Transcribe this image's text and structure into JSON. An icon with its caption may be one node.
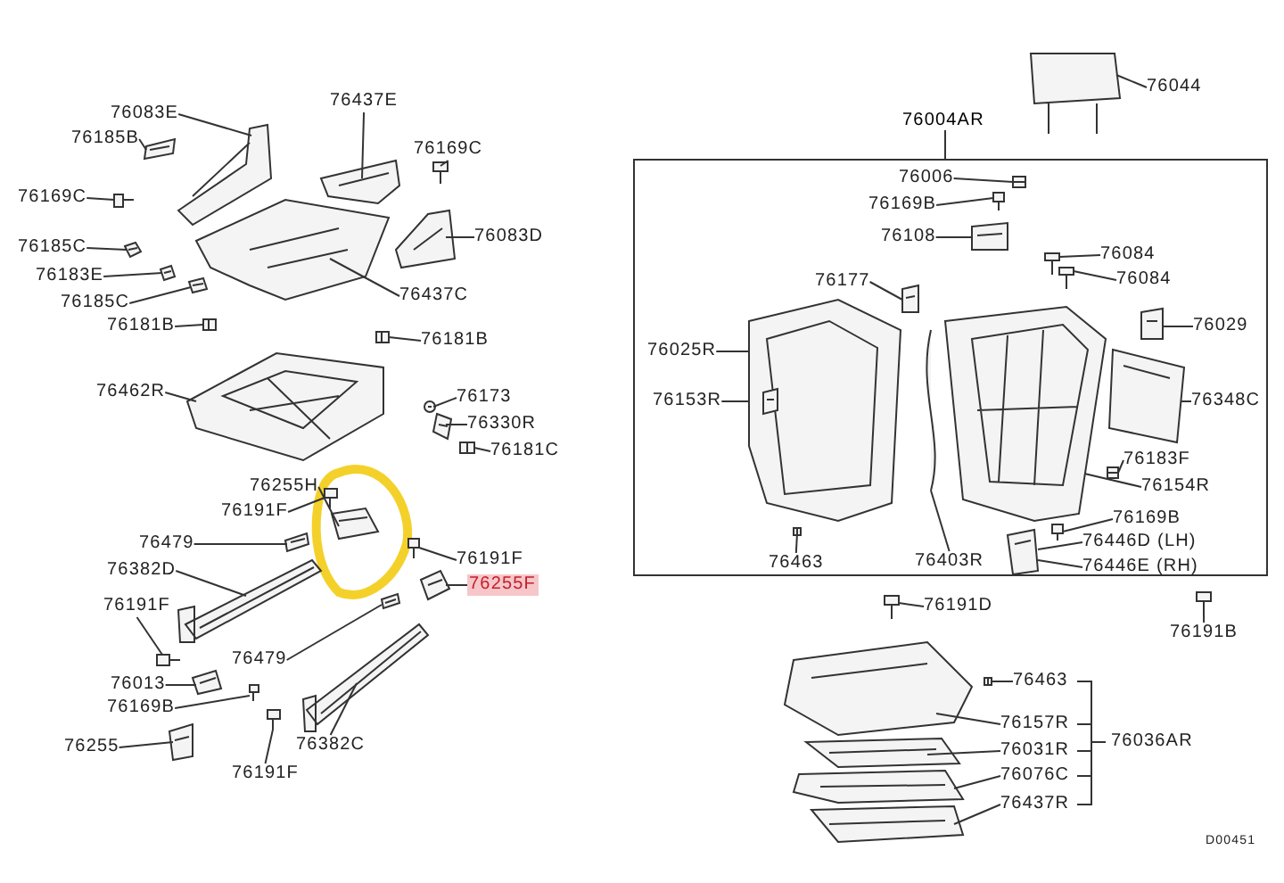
{
  "diagram": {
    "nodes": [
      {
        "text": [
          "76083E"
        ]
      },
      {
        "text": [
          "76185B"
        ]
      },
      {
        "text": [
          "76437E"
        ]
      },
      {
        "text": [
          "76169C"
        ]
      },
      {
        "text": [
          "76169C"
        ]
      },
      {
        "text": [
          "76083D"
        ]
      },
      {
        "text": [
          "76185C"
        ]
      },
      {
        "text": [
          "76183E"
        ]
      },
      {
        "text": [
          "76437C"
        ]
      },
      {
        "text": [
          "76185C"
        ]
      },
      {
        "text": [
          "76181B"
        ]
      },
      {
        "text": [
          "76181B"
        ]
      },
      {
        "text": [
          "76462R"
        ]
      },
      {
        "text": [
          "76173"
        ]
      },
      {
        "text": [
          "76330R"
        ]
      },
      {
        "text": [
          "76181C"
        ]
      },
      {
        "text": [
          "76255H"
        ]
      },
      {
        "text": [
          "76191F"
        ]
      },
      {
        "text": [
          "76479"
        ]
      },
      {
        "text": [
          "76382D"
        ]
      },
      {
        "text": [
          "76191F"
        ]
      },
      {
        "text": [
          "76255F"
        ]
      },
      {
        "text": [
          "76191F"
        ]
      },
      {
        "text": [
          "76479"
        ]
      },
      {
        "text": [
          "76013"
        ]
      },
      {
        "text": [
          "76169B"
        ]
      },
      {
        "text": [
          "76382C"
        ]
      },
      {
        "text": [
          "76255"
        ]
      },
      {
        "text": [
          "76191F"
        ]
      },
      {
        "text": [
          "76004AR"
        ]
      },
      {
        "text": [
          "76044"
        ]
      },
      {
        "text": [
          "76006"
        ],
        "in": 29
      },
      {
        "text": [
          "76169B"
        ],
        "in": 29
      },
      {
        "text": [
          "76108"
        ],
        "in": 29
      },
      {
        "text": [
          "76084"
        ],
        "in": 29
      },
      {
        "text": [
          "76177"
        ],
        "in": 29
      },
      {
        "text": [
          "76084"
        ],
        "in": 29
      },
      {
        "text": [
          "76029"
        ],
        "in": 29
      },
      {
        "text": [
          "76025R"
        ],
        "in": 29
      },
      {
        "text": [
          "76153R"
        ],
        "in": 29
      },
      {
        "text": [
          "76348C"
        ],
        "in": 29
      },
      {
        "text": [
          "76183F"
        ],
        "in": 29
      },
      {
        "text": [
          "76154R"
        ],
        "in": 29
      },
      {
        "text": [
          "76463"
        ],
        "in": 29
      },
      {
        "text": [
          "76403R"
        ],
        "in": 29
      },
      {
        "text": [
          "76169B"
        ],
        "in": 29
      },
      {
        "text": [
          "76446D (LH)"
        ],
        "in": 29
      },
      {
        "text": [
          "76446E (RH)"
        ],
        "in": 29
      },
      {
        "text": [
          "76191B"
        ]
      },
      {
        "text": [
          "76191D"
        ]
      },
      {
        "text": [
          "76463"
        ]
      },
      {
        "text": [
          "76157R"
        ]
      },
      {
        "text": [
          "76031R"
        ]
      },
      {
        "text": [
          "76076C"
        ]
      },
      {
        "text": [
          "76437R"
        ]
      },
      {
        "text": [],
        "shape": "picture"
      },
      {
        "text": [],
        "shape": "picture"
      },
      {
        "text": [],
        "shape": "picture"
      },
      {
        "text": [],
        "shape": "picture"
      },
      {
        "text": [],
        "shape": "picture"
      },
      {
        "text": [],
        "shape": "picture"
      },
      {
        "text": [],
        "shape": "picture"
      },
      {
        "text": [],
        "shape": "picture"
      },
      {
        "text": [],
        "shape": "picture"
      },
      {
        "text": [],
        "shape": "picture"
      },
      {
        "text": [],
        "shape": "picture"
      },
      {
        "text": [],
        "shape": "picture"
      },
      {
        "text": [],
        "shape": "picture"
      },
      {
        "text": [],
        "shape": "picture"
      },
      {
        "text": [],
        "shape": "picture"
      },
      {
        "text": [],
        "shape": "picture"
      },
      {
        "text": [],
        "shape": "picture"
      },
      {
        "text": [],
        "shape": "picture"
      },
      {
        "text": [],
        "shape": "picture"
      },
      {
        "text": [],
        "shape": "picture"
      },
      {
        "text": [],
        "shape": "picture"
      },
      {
        "text": [],
        "shape": "picture"
      },
      {
        "text": [],
        "shape": "picture"
      },
      {
        "text": [],
        "shape": "picture"
      },
      {
        "text": [],
        "shape": "picture"
      },
      {
        "text": [],
        "shape": "picture"
      },
      {
        "text": [],
        "shape": "picture"
      },
      {
        "text": [],
        "shape": "picture"
      },
      {
        "text": [],
        "shape": "picture"
      },
      {
        "text": [],
        "shape": "picture"
      },
      {
        "text": [],
        "shape": "picture",
        "in": 29
      },
      {
        "text": [],
        "shape": "picture",
        "in": 29
      },
      {
        "text": [],
        "shape": "picture",
        "in": 29
      },
      {
        "text": [],
        "shape": "picture",
        "in": 29
      },
      {
        "text": [],
        "shape": "picture",
        "in": 29
      },
      {
        "text": [],
        "shape": "picture",
        "in": 29
      },
      {
        "text": [],
        "shape": "picture",
        "in": 29
      },
      {
        "text": [],
        "shape": "picture",
        "in": 29
      },
      {
        "text": [],
        "shape": "picture",
        "in": 92
      },
      {
        "text": [],
        "shape": "picture",
        "in": 29
      },
      {
        "text": [],
        "shape": "picture",
        "in": 29
      },
      {
        "text": [],
        "shape": "picture",
        "in": 29
      },
      {
        "text": [],
        "shape": "picture",
        "in": 29
      },
      {
        "text": [],
        "shape": "picture",
        "in": 29
      },
      {
        "text": [],
        "shape": "picture",
        "in": 29
      },
      {
        "text": [],
        "shape": "picture",
        "in": 29
      },
      {
        "text": [],
        "shape": "picture"
      },
      {
        "text": [],
        "shape": "picture"
      },
      {
        "text": [],
        "shape": "picture"
      },
      {
        "text": [],
        "shape": "picture"
      },
      {
        "text": [],
        "shape": "picture"
      },
      {
        "text": [],
        "shape": "picture"
      },
      {
        "text": [],
        "shape": "picture"
      }
    ],
    "edges": [
      {
        "from": 0,
        "to": 55,
        "arrow": "none"
      },
      {
        "from": 1,
        "to": 56,
        "arrow": "none"
      },
      {
        "from": 2,
        "to": 57,
        "arrow": "none"
      },
      {
        "from": 3,
        "to": 58,
        "arrow": "none"
      },
      {
        "from": 4,
        "to": 59,
        "arrow": "none"
      },
      {
        "from": 5,
        "to": 60,
        "arrow": "none"
      },
      {
        "from": 6,
        "to": 61,
        "arrow": "none"
      },
      {
        "from": 7,
        "to": 62,
        "arrow": "none"
      },
      {
        "from": 8,
        "to": 63,
        "arrow": "none"
      },
      {
        "from": 9,
        "to": 64,
        "arrow": "none"
      },
      {
        "from": 10,
        "to": 65,
        "arrow": "none"
      },
      {
        "from": 11,
        "to": 66,
        "arrow": "none"
      },
      {
        "from": 12,
        "to": 67,
        "arrow": "none"
      },
      {
        "from": 13,
        "to": 68,
        "arrow": "none"
      },
      {
        "from": 14,
        "to": 69,
        "arrow": "none"
      },
      {
        "from": 15,
        "to": 70,
        "arrow": "none"
      },
      {
        "from": 16,
        "to": 71,
        "arrow": "none"
      },
      {
        "from": 17,
        "to": 72,
        "arrow": "none"
      },
      {
        "from": 18,
        "to": 73,
        "arrow": "none"
      },
      {
        "from": 19,
        "to": 74,
        "arrow": "none"
      },
      {
        "from": 20,
        "to": 75,
        "arrow": "none"
      },
      {
        "from": 21,
        "to": 76,
        "arrow": "none"
      },
      {
        "from": 22,
        "to": 77,
        "arrow": "none"
      },
      {
        "from": 23,
        "to": 78,
        "arrow": "none"
      },
      {
        "from": 24,
        "to": 79,
        "arrow": "none"
      },
      {
        "from": 25,
        "to": 80,
        "arrow": "none"
      },
      {
        "from": 26,
        "to": 81,
        "arrow": "none"
      },
      {
        "from": 27,
        "to": 82,
        "arrow": "none"
      },
      {
        "from": 28,
        "to": 83,
        "arrow": "none"
      },
      {
        "from": 30,
        "to": 84,
        "arrow": "none"
      },
      {
        "from": 31,
        "to": 85,
        "arrow": "none"
      },
      {
        "from": 32,
        "to": 86,
        "arrow": "none"
      },
      {
        "from": 33,
        "to": 87,
        "arrow": "none"
      },
      {
        "from": 34,
        "to": 88,
        "arrow": "none"
      },
      {
        "from": 35,
        "to": 89,
        "arrow": "none"
      },
      {
        "from": 36,
        "to": 90,
        "arrow": "none"
      },
      {
        "from": 37,
        "to": 91,
        "arrow": "none"
      },
      {
        "from": 38,
        "to": 92,
        "arrow": "none"
      },
      {
        "from": 39,
        "to": 93,
        "arrow": "none"
      },
      {
        "from": 40,
        "to": 94,
        "arrow": "none"
      },
      {
        "from": 41,
        "to": 95,
        "arrow": "none"
      },
      {
        "from": 42,
        "to": 96,
        "arrow": "none"
      },
      {
        "from": 43,
        "to": 97,
        "arrow": "none"
      },
      {
        "from": 44,
        "to": 98,
        "arrow": "none"
      },
      {
        "from": 45,
        "to": 99,
        "arrow": "none"
      },
      {
        "from": 46,
        "to": 100,
        "arrow": "none"
      },
      {
        "from": 47,
        "to": 100,
        "arrow": "none"
      },
      {
        "from": 48,
        "to": 101,
        "arrow": "none"
      },
      {
        "from": 49,
        "to": 102,
        "arrow": "none"
      },
      {
        "from": 50,
        "to": 103,
        "arrow": "none"
      },
      {
        "from": 51,
        "to": 104,
        "arrow": "none"
      },
      {
        "from": 52,
        "to": 105,
        "arrow": "none"
      },
      {
        "from": 53,
        "to": 106,
        "arrow": "none"
      },
      {
        "from": 54,
        "to": 107,
        "arrow": "none"
      }
    ],
    "labels": [
      "76036AR",
      "D00451"
    ]
  }
}
